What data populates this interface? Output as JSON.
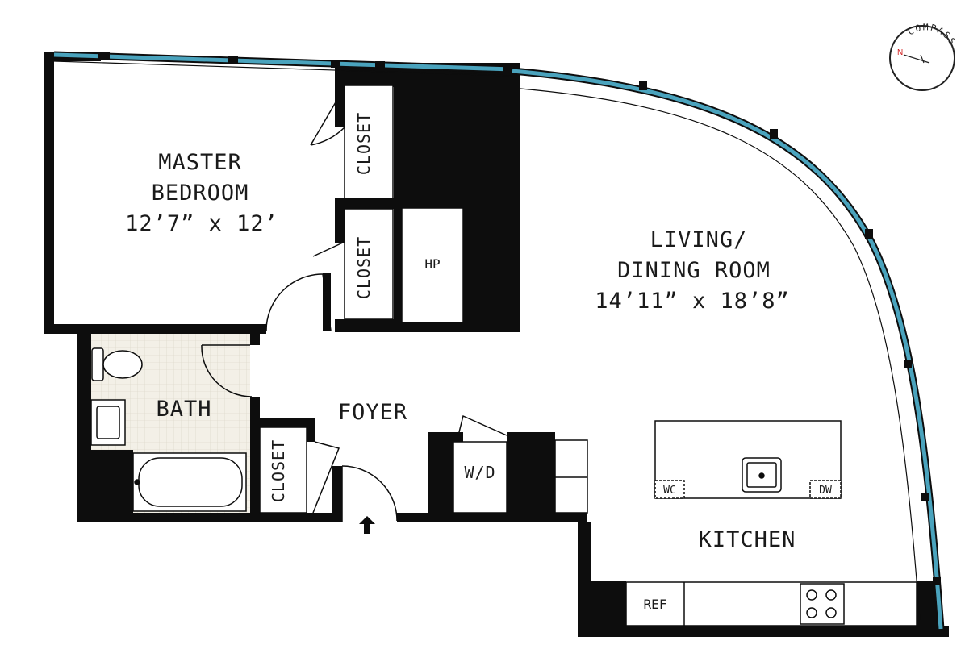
{
  "rooms": {
    "master_bedroom": {
      "name_line1": "MASTER",
      "name_line2": "BEDROOM",
      "size": "12’7” x 12’"
    },
    "living": {
      "name_line1": "LIVING/",
      "name_line2": "DINING ROOM",
      "size": "14’11” x 18’8”"
    },
    "bath": {
      "name": "BATH"
    },
    "foyer": {
      "name": "FOYER"
    },
    "kitchen": {
      "name": "KITCHEN"
    }
  },
  "labels": {
    "closet_top": "CLOSET",
    "closet_middle": "CLOSET",
    "closet_foyer": "CLOSET",
    "hp": "HP",
    "wd": "W/D",
    "wc": "WC",
    "dw": "DW",
    "ref": "REF"
  },
  "compass": {
    "label": "COMPASS",
    "north": "N"
  },
  "colors": {
    "wall": "#0d0d0d",
    "window": "#4aa3bd",
    "bath_floor": "#f2efe6",
    "compass_north": "#d22020"
  }
}
